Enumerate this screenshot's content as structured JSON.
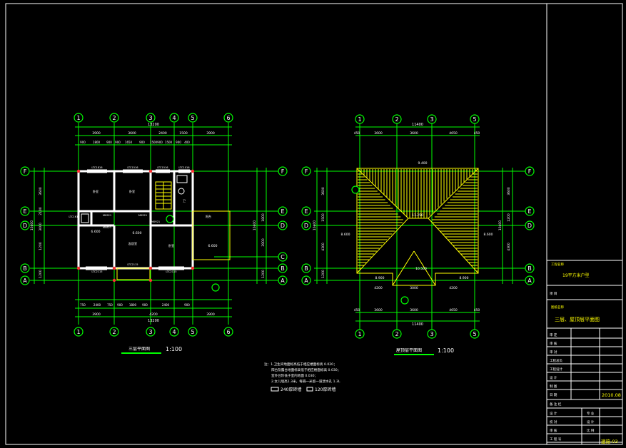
{
  "plan_left": {
    "title": "三层平面图",
    "scale": "1:100",
    "total_dim": "13200",
    "top_dims_1": [
      "3900",
      "3600",
      "2400",
      "1500",
      "3900"
    ],
    "top_dims_2": [
      "900",
      "1800",
      "900",
      "900",
      "1650",
      "900",
      "1500",
      "900",
      "1500",
      "900",
      "400"
    ],
    "bottom_dims_1": [
      "3900",
      "4200",
      "3900"
    ],
    "bottom_dims_2": [
      "750",
      "2400",
      "750",
      "900",
      "1800",
      "900",
      "2400",
      "900"
    ],
    "left_dims": [
      "3600",
      "2100",
      "3000",
      "1200",
      "1200"
    ],
    "left_total": "10400",
    "right_dims": [
      "1800",
      "3900",
      "1200"
    ],
    "right_total": "10400",
    "axes_x": [
      "1",
      "2",
      "3",
      "4",
      "5",
      "6"
    ],
    "axes_y": [
      "F",
      "E",
      "D",
      "C",
      "B",
      "A"
    ],
    "rooms": [
      "卧室",
      "卧室",
      "起居室",
      "卧室",
      "卫",
      "阳台"
    ],
    "levels": [
      "6.600",
      "6.600",
      "6.600"
    ],
    "windows": [
      "LTC1816",
      "LTC1516",
      "LTC1516",
      "LTC1016",
      "LTC2115",
      "LTC2115",
      "LTC2115",
      "LTC1616"
    ],
    "doors": [
      "M0921",
      "M0921",
      "M0921",
      "M0821"
    ]
  },
  "plan_right": {
    "title": "屋顶层平面图",
    "scale": "1:100",
    "total_dim": "11400",
    "top_dims": [
      "450",
      "3600",
      "3600",
      "4650",
      "450"
    ],
    "bottom_dims_1": [
      "450",
      "3600",
      "3600",
      "4650",
      "450"
    ],
    "bottom_dims_2": [
      "4200",
      "3000",
      "4200"
    ],
    "left_dims": [
      "3600",
      "1500",
      "4300",
      "1200"
    ],
    "left_total": "10400",
    "right_dims": [
      "3600",
      "1200",
      "4300"
    ],
    "right_total": "10400",
    "axes_x": [
      "1",
      "2",
      "3",
      "5"
    ],
    "axes_y": [
      "F",
      "E",
      "D",
      "B",
      "A"
    ],
    "levels": [
      "9.400",
      "11.250",
      "8.600",
      "8.600",
      "10.500",
      "8.900",
      "8.900"
    ]
  },
  "notes": {
    "lines": [
      "注：1.卫生间地面标高低于相应楼面标高 0.020；",
      "阳台及露台地面标高低于相应楼面标高 0.030；",
      "室外台阶低于室内地面 0.030；",
      "2.女儿墙高1.3米，每隔一米留一道泄水孔 1.3L"
    ],
    "legend_240": "240厚砖墙",
    "legend_120": "120厚砖墙"
  },
  "title_block": {
    "project_label": "工程名称",
    "project_name": "19平方米户型",
    "item_label": "项   目",
    "drawing_label": "图纸名称",
    "drawing_name": "三层、屋顶层平面图",
    "rows": [
      "审   定",
      "审   核",
      "审   对",
      "工程总负",
      "工程设计",
      "设   计",
      "制   图"
    ],
    "date_label": "日   期",
    "date": "2010.08",
    "remarks": "备 注 栏",
    "sign_rows": [
      "设 计",
      "校 对",
      "审 核",
      "工 程 号"
    ],
    "sign_cols": [
      "专 业",
      "设 计",
      "比 例"
    ],
    "drawing_no": "建施-03"
  }
}
